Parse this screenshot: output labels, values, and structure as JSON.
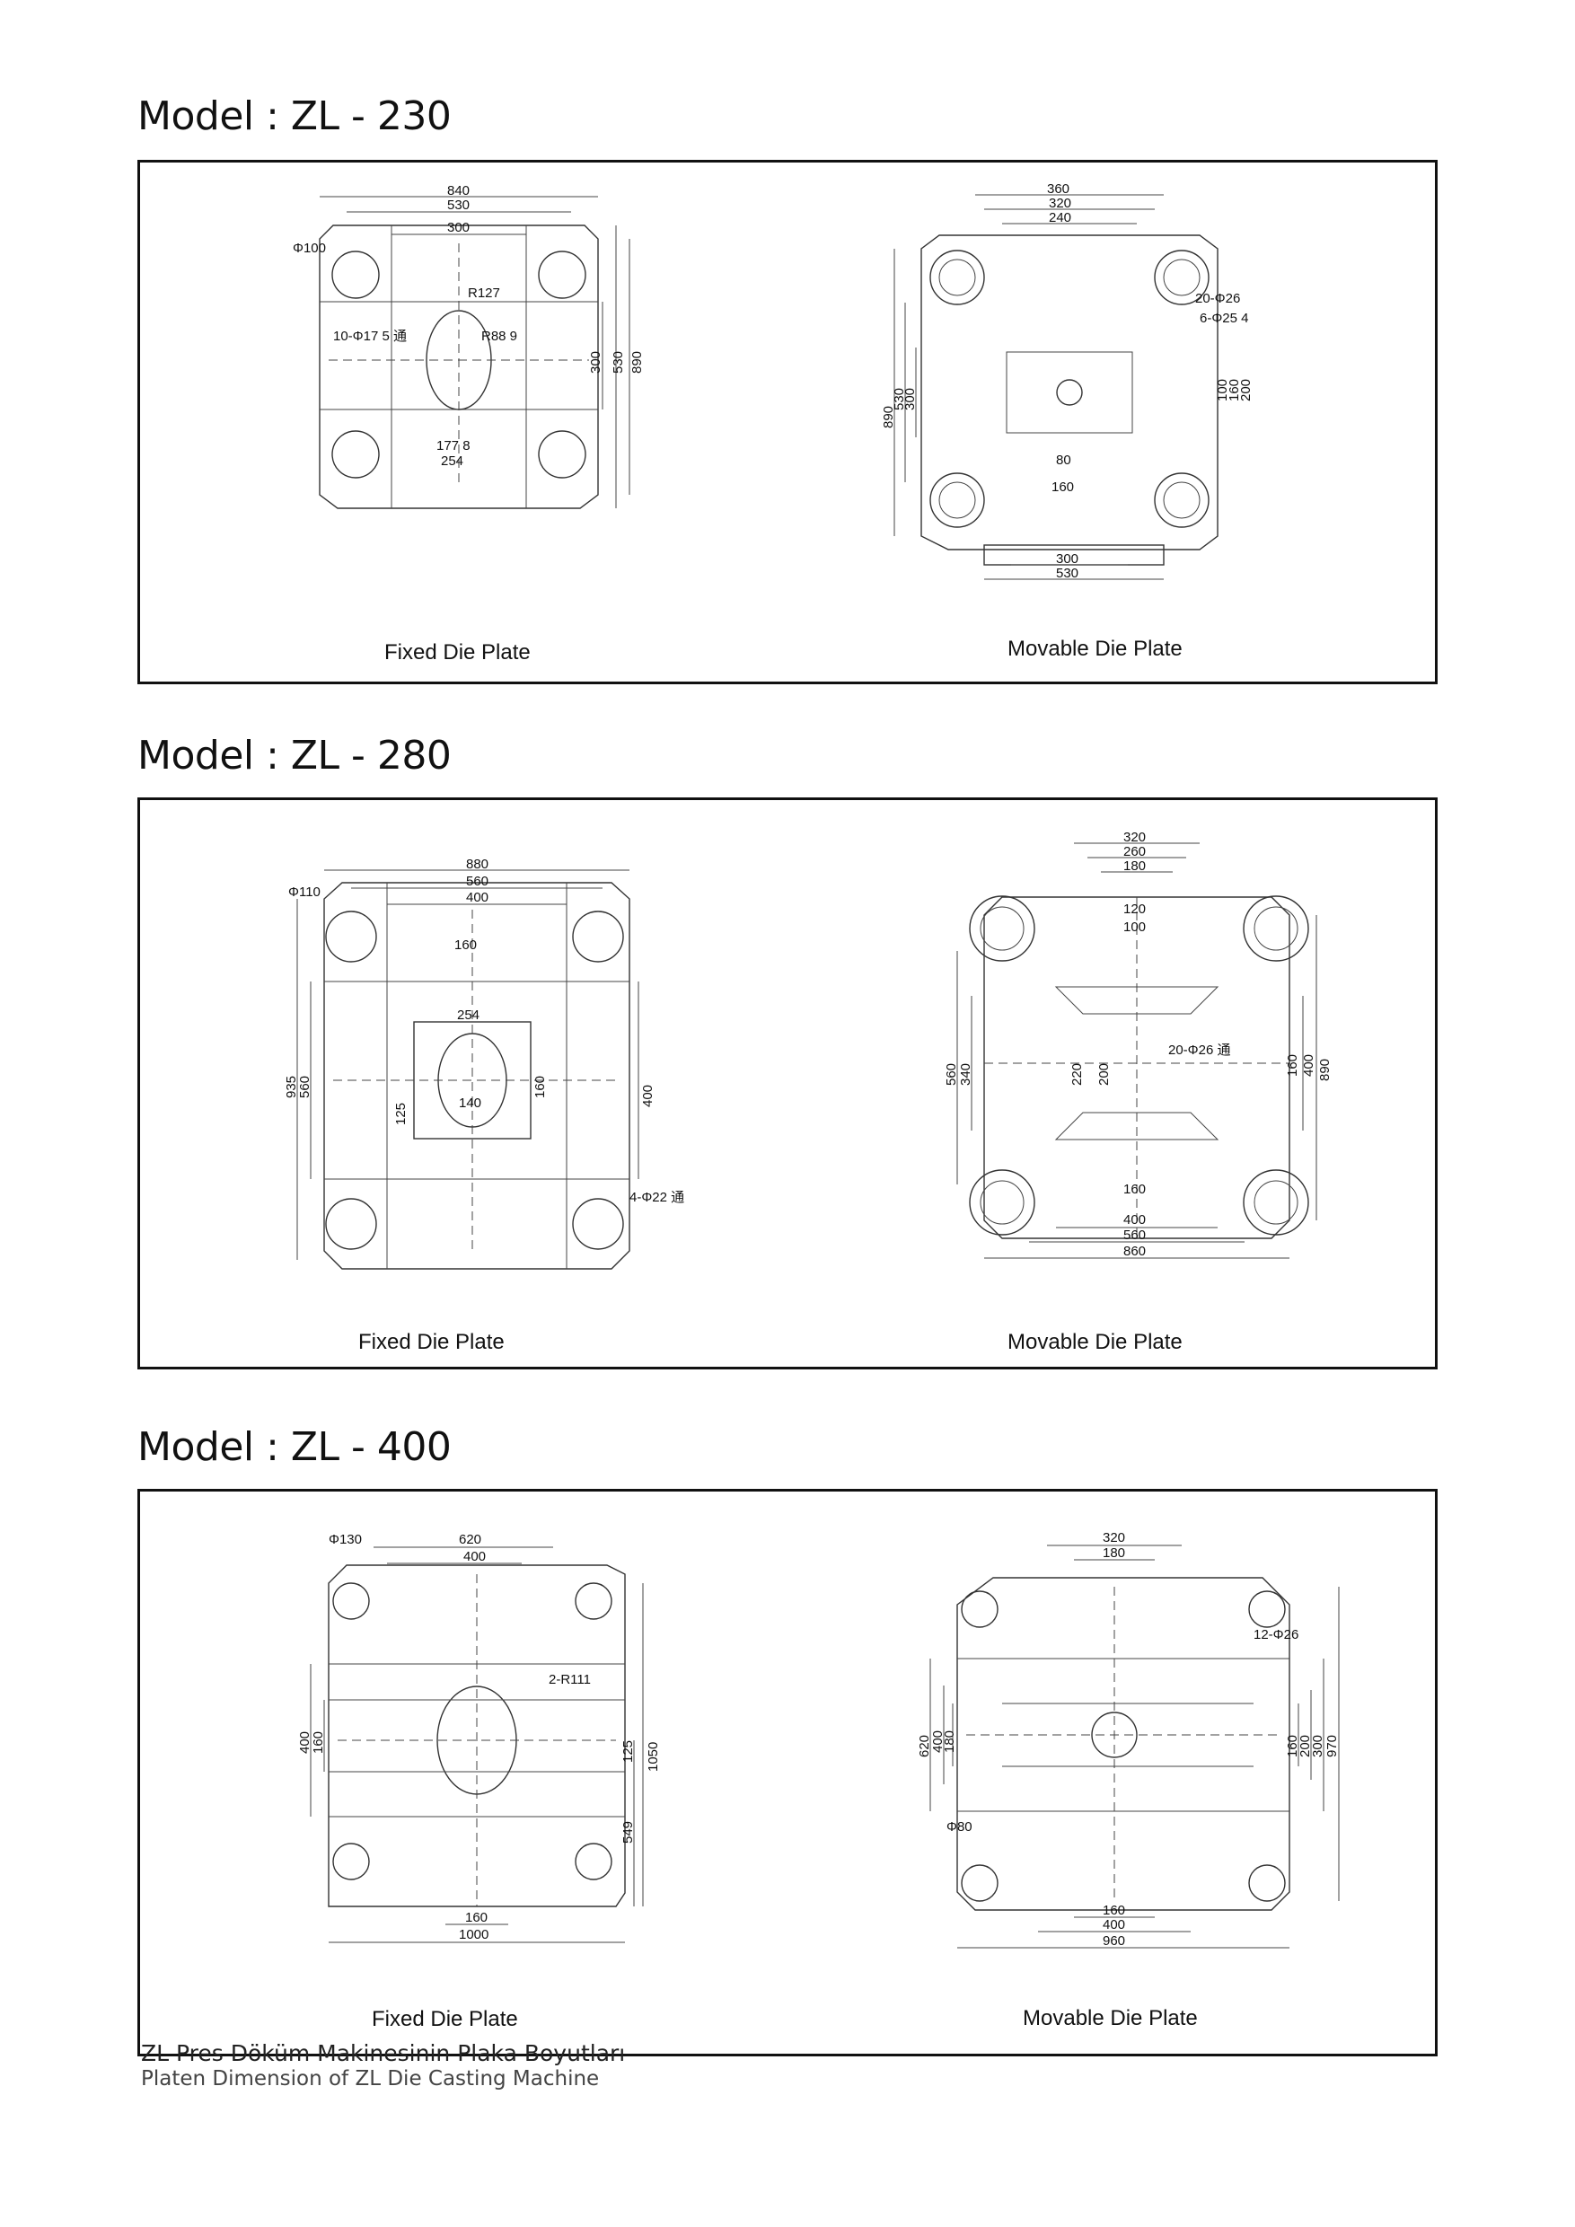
{
  "sections": [
    {
      "title": "Model : ZL - 230",
      "fixed": {
        "caption": "Fixed Die Plate",
        "dims": [
          "840",
          "530",
          "300",
          "Φ100",
          "R127",
          "10-Φ17 5 通",
          "R88 9",
          "300",
          "530",
          "890",
          "177 8",
          "254"
        ]
      },
      "movable": {
        "caption": "Movable Die Plate",
        "dims": [
          "360",
          "320",
          "240",
          "20-Φ26",
          "6-Φ25 4",
          "890",
          "530",
          "300",
          "100",
          "160",
          "200",
          "80",
          "160",
          "300",
          "530"
        ]
      }
    },
    {
      "title": "Model : ZL - 280",
      "fixed": {
        "caption": "Fixed Die Plate",
        "dims": [
          "880",
          "560",
          "400",
          "Φ110",
          "160",
          "254",
          "935",
          "560",
          "125",
          "140",
          "160",
          "400",
          "4-Φ22 通"
        ]
      },
      "movable": {
        "caption": "Movable Die Plate",
        "dims": [
          "320",
          "260",
          "180",
          "120",
          "100",
          "560",
          "340",
          "220",
          "200",
          "20-Φ26 通",
          "160",
          "400",
          "890",
          "160",
          "400",
          "560",
          "860"
        ]
      }
    },
    {
      "title": "Model : ZL - 400",
      "fixed": {
        "caption": "Fixed Die Plate",
        "dims": [
          "Φ130",
          "620",
          "400",
          "2-R111",
          "400",
          "160",
          "125",
          "1050",
          "549",
          "160",
          "1000"
        ]
      },
      "movable": {
        "caption": "Movable Die Plate",
        "dims": [
          "320",
          "180",
          "12-Φ26",
          "620",
          "400",
          "180",
          "Φ80",
          "160",
          "200",
          "300",
          "970",
          "160",
          "400",
          "960"
        ]
      }
    }
  ],
  "footer": {
    "line1": "ZL Pres Döküm Makinesinin Plaka Boyutları",
    "line2": "Platen Dimension of ZL Die Casting Machine"
  }
}
